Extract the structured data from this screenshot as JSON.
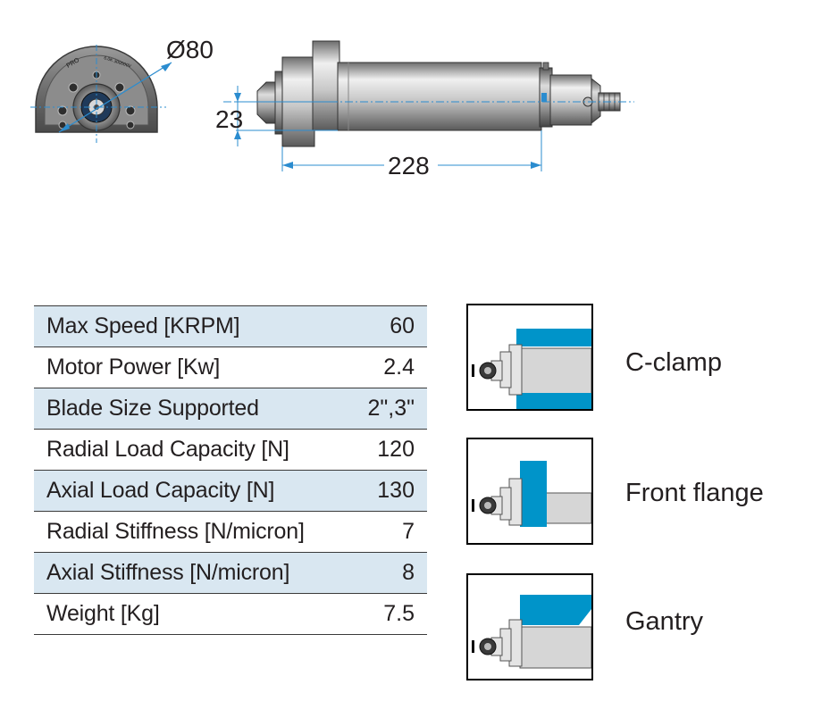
{
  "drawing": {
    "diameter_label": "Ø80",
    "height_label": "23",
    "length_label": "228",
    "flange_engraving_1": "PRO",
    "flange_engraving_2": "6.0K 300000V"
  },
  "specs": {
    "rows": [
      {
        "name": "Max Speed [KRPM]",
        "value": "60"
      },
      {
        "name": "Motor Power [Kw]",
        "value": "2.4"
      },
      {
        "name": "Blade Size Supported",
        "value": "2\",3\""
      },
      {
        "name": "Radial Load Capacity [N]",
        "value": "120"
      },
      {
        "name": "Axial Load Capacity [N]",
        "value": "130"
      },
      {
        "name": "Radial Stiffness [N/micron]",
        "value": "7"
      },
      {
        "name": "Axial Stiffness [N/micron]",
        "value": "8"
      },
      {
        "name": "Weight [Kg]",
        "value": "7.5"
      }
    ]
  },
  "mounting": {
    "c_clamp": "C-clamp",
    "front_flange": "Front flange",
    "gantry": "Gantry",
    "clamp_color": "#0094c9",
    "body_color": "#d6d6d6"
  }
}
